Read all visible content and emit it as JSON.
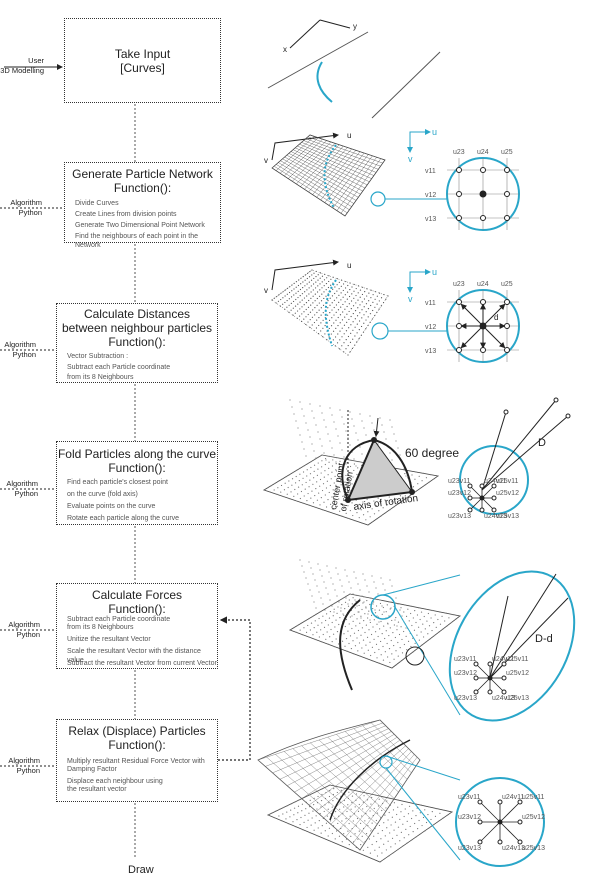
{
  "steps": [
    {
      "title": "Take Input\n[Curves]",
      "lines": []
    },
    {
      "title": "Generate Particle Network\nFunction():",
      "lines": [
        "Divide Curves",
        "Create Lines from division points",
        "Generate Two Dimensional Point Network",
        "Find the neighbours of each point in the Network"
      ]
    },
    {
      "title": "Calculate Distances\nbetween neighbour particles\nFunction():",
      "lines": [
        "Vector Subtraction :",
        "Subtract each Particle coordinate",
        "from its 8 Neighbours"
      ]
    },
    {
      "title": "Fold Particles along the curve\nFunction():",
      "lines": [
        "Find each particle's closest point",
        "on the curve (fold axis)",
        "Evaluate points on the curve",
        "Rotate each particle along the curve"
      ]
    },
    {
      "title": "Calculate Forces\nFunction():",
      "lines": [
        "Subtract each Particle coordinate",
        "from its 8 Neighbours",
        "Unitize the resultant Vector",
        "Scale the resultant Vector with the distance value",
        "Subtract the resultant Vector from current Vector"
      ]
    },
    {
      "title": "Relax (Displace) Particles\nFunction():",
      "lines": [
        "Multiply resultant Residual Force Vector with",
        "Damping Factor",
        "Displace each neighbour using",
        "the resultant vector"
      ]
    }
  ],
  "side_labels": {
    "user": [
      "User",
      "3D Modelling"
    ],
    "algorithm": [
      "Algorithm",
      "Python"
    ]
  },
  "draw_label": "Draw",
  "axes": {
    "x": "x",
    "y": "y",
    "u": "u",
    "v": "v"
  },
  "grid_labels": {
    "cols": [
      "u23",
      "u24",
      "u25"
    ],
    "rows": [
      "v11",
      "v12",
      "v13"
    ]
  },
  "fold_labels": {
    "angle": "60 degree",
    "center": "center point\nof rotation",
    "axis": "axis of rotation",
    "dist_small": "d",
    "dist_big": "D",
    "dist_diff": "D-d"
  },
  "neighbour_labels": [
    "u23v11",
    "u24v11",
    "u25v11",
    "u23v12",
    "u25v12",
    "u23v13",
    "u24v13",
    "u25v13"
  ],
  "colors": {
    "accent": "#29a6c9",
    "line": "#222222",
    "grid": "#888888"
  }
}
